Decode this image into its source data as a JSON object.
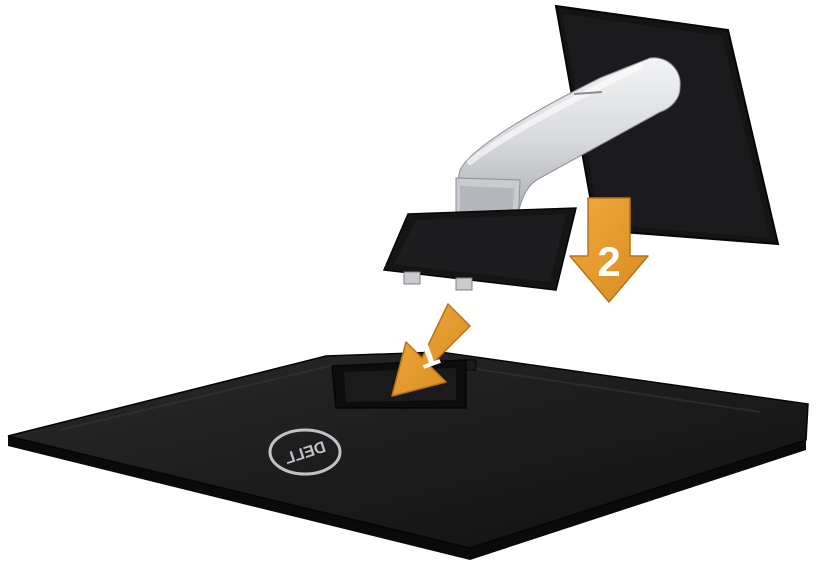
{
  "figure": {
    "steps": [
      {
        "number": "1",
        "direction": "down-left"
      },
      {
        "number": "2",
        "direction": "down"
      }
    ],
    "logo_text": "DELL",
    "colors": {
      "background": "#ffffff",
      "arrow": "#e39a2e",
      "arrow_dark": "#b9731a",
      "step_number": "#ffffff",
      "base_top": "#1e1e1f",
      "base_edge": "#0c0c0d",
      "arm_light": "#e7e8ea",
      "arm_shadow": "#a7a9ad",
      "monitor_back": "#151516",
      "logo_ring": "#bfc2c6"
    }
  }
}
